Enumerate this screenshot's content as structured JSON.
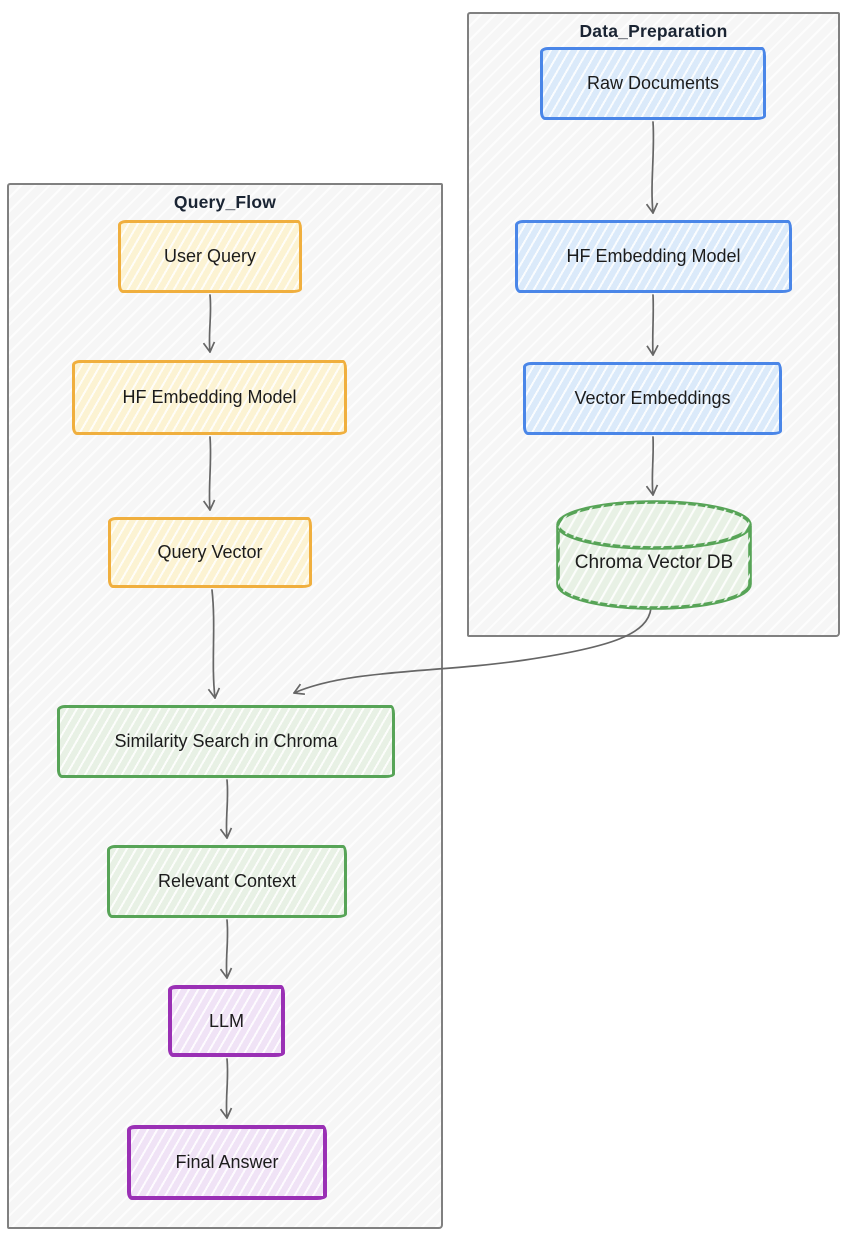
{
  "diagram_type": "flowchart",
  "subgraphs": {
    "query_flow": {
      "title": "Query_Flow"
    },
    "data_preparation": {
      "title": "Data_Preparation"
    }
  },
  "nodes": {
    "raw_documents": {
      "label": "Raw Documents",
      "style": "blue",
      "shape": "rect",
      "subgraph": "data_preparation"
    },
    "hf_embedding_prep": {
      "label": "HF Embedding Model",
      "style": "blue",
      "shape": "rect",
      "subgraph": "data_preparation"
    },
    "vector_embeddings": {
      "label": "Vector Embeddings",
      "style": "blue",
      "shape": "rect",
      "subgraph": "data_preparation"
    },
    "chroma_vector_db": {
      "label": "Chroma Vector DB",
      "style": "green",
      "shape": "cylinder",
      "subgraph": "data_preparation"
    },
    "user_query": {
      "label": "User Query",
      "style": "yellow",
      "shape": "rect",
      "subgraph": "query_flow"
    },
    "hf_embedding_query": {
      "label": "HF Embedding Model",
      "style": "yellow",
      "shape": "rect",
      "subgraph": "query_flow"
    },
    "query_vector": {
      "label": "Query Vector",
      "style": "yellow",
      "shape": "rect",
      "subgraph": "query_flow"
    },
    "similarity_search": {
      "label": "Similarity Search in Chroma",
      "style": "green",
      "shape": "rect",
      "subgraph": "query_flow"
    },
    "relevant_context": {
      "label": "Relevant Context",
      "style": "green",
      "shape": "rect",
      "subgraph": "query_flow"
    },
    "llm": {
      "label": "LLM",
      "style": "purple",
      "shape": "rect",
      "subgraph": "query_flow"
    },
    "final_answer": {
      "label": "Final Answer",
      "style": "purple",
      "shape": "rect",
      "subgraph": "query_flow"
    }
  },
  "edges": [
    {
      "from": "raw_documents",
      "to": "hf_embedding_prep"
    },
    {
      "from": "hf_embedding_prep",
      "to": "vector_embeddings"
    },
    {
      "from": "vector_embeddings",
      "to": "chroma_vector_db"
    },
    {
      "from": "chroma_vector_db",
      "to": "similarity_search"
    },
    {
      "from": "user_query",
      "to": "hf_embedding_query"
    },
    {
      "from": "hf_embedding_query",
      "to": "query_vector"
    },
    {
      "from": "query_vector",
      "to": "similarity_search"
    },
    {
      "from": "similarity_search",
      "to": "relevant_context"
    },
    {
      "from": "relevant_context",
      "to": "llm"
    },
    {
      "from": "llm",
      "to": "final_answer"
    }
  ],
  "colors": {
    "yellow_border": "#F0AF3E",
    "yellow_fill": "#FCF3D3",
    "blue_border": "#4A86E8",
    "blue_fill": "#DBEAFA",
    "green_border": "#57A457",
    "green_fill": "#E8F1E5",
    "purple_border": "#9A30B5",
    "purple_fill": "#F0E3F6",
    "edge": "#666666",
    "panel_border": "#808080",
    "panel_fill": "#F6F6F6",
    "title_text": "#1A2433",
    "text": "#1C1C1C"
  }
}
